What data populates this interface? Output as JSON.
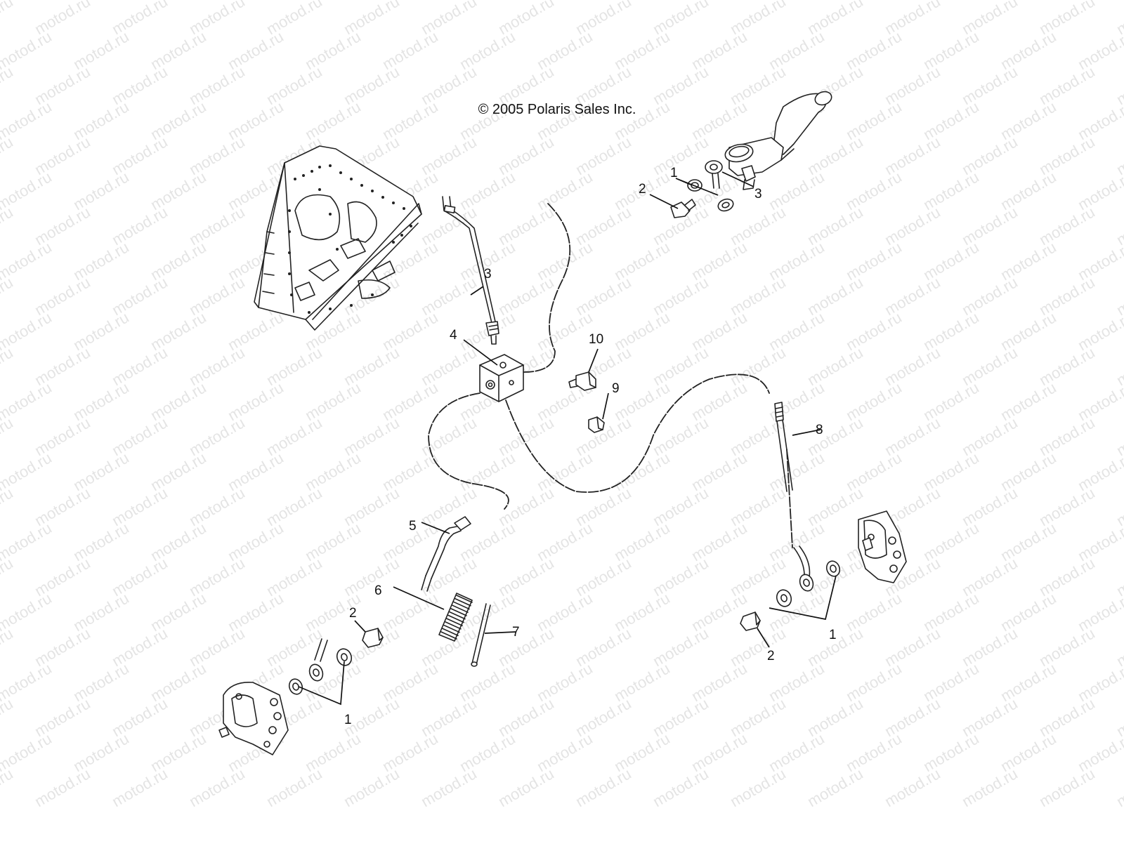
{
  "copyright": "© 2005 Polaris Sales Inc.",
  "watermark": "motod.ru",
  "callouts": {
    "top_washer_1": "1",
    "top_bolt_2": "2",
    "top_washer_3": "3",
    "hose_3": "3",
    "block_4": "4",
    "hose_5": "5",
    "spring_6": "6",
    "sleeve_7": "7",
    "hose_8": "8",
    "bolt_9": "9",
    "bolt_10": "10",
    "left_bolt_2": "2",
    "left_washer_1": "1",
    "right_bolt_2": "2",
    "right_washer_1": "1"
  },
  "colors": {
    "line": "#222222",
    "watermark": "#cfcfcf",
    "background": "#ffffff"
  }
}
